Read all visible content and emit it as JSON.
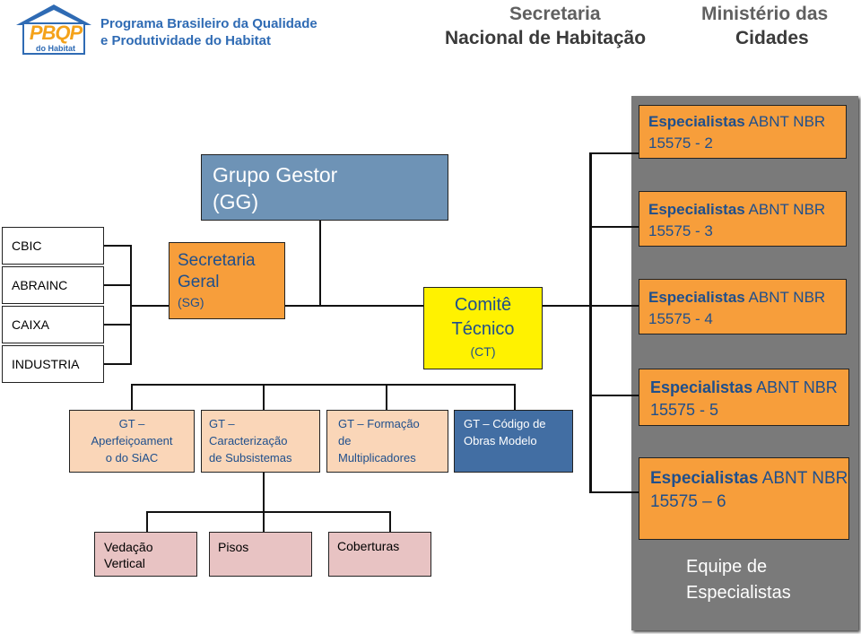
{
  "header": {
    "pbqp_logo_text": "PBQP",
    "pbqp_logo_sub": "do Habitat",
    "program_line1": "Programa Brasileiro da Qualidade",
    "program_line2": "e Produtividade do Habitat",
    "secretaria_line1": "Secretaria",
    "secretaria_line2": "Nacional de Habitação",
    "ministerio_line1": "Ministério das",
    "ministerio_line2": "Cidades"
  },
  "colors": {
    "orange": "#F79E3B",
    "light_orange": "#FAD6B8",
    "pink": "#E8C3C3",
    "steel_blue": "#6E93B6",
    "dark_blue": "#426EA3",
    "yellow": "#FFF200",
    "gray_panel": "#7A7A7A",
    "blue_text": "#1F4F8C"
  },
  "left_entities": [
    "CBIC",
    "ABRAINC",
    "CAIXA",
    "INDUSTRIA"
  ],
  "grupo_gestor": {
    "line1": "Grupo Gestor",
    "line2": "(GG)"
  },
  "secretaria_geral": {
    "line1": "Secretaria",
    "line2": "Geral",
    "line3": "(SG)"
  },
  "comite_tecnico": {
    "line1": "Comitê",
    "line2": "Técnico",
    "line3": "(CT)"
  },
  "gt_boxes": [
    {
      "line1": "GT –",
      "line2": "Aperfeiçoament",
      "line3": "o do SiAC"
    },
    {
      "line1": "GT –",
      "line2": "Caracterização",
      "line3": "de Subsistemas"
    },
    {
      "line1": "GT – Formação",
      "line2": "de",
      "line3": "Multiplicadores"
    },
    {
      "line1": "GT – Código de",
      "line2": "Obras Modelo",
      "line3": ""
    }
  ],
  "subsystems": [
    {
      "line1": "Vedação",
      "line2": "Vertical"
    },
    {
      "line1": "Pisos",
      "line2": ""
    },
    {
      "line1": "Coberturas",
      "line2": ""
    }
  ],
  "specialists": [
    {
      "bold": "Especialistas",
      "rest": " ABNT NBR",
      "line2": "15575 - 2"
    },
    {
      "bold": "Especialistas",
      "rest": " ABNT NBR",
      "line2": "15575 - 3"
    },
    {
      "bold": "Especialistas",
      "rest": " ABNT NBR",
      "line2": "15575 - 4"
    },
    {
      "bold": "Especialistas",
      "rest": " ABNT NBR",
      "line2": "15575 - 5"
    },
    {
      "bold": "Especialistas",
      "rest": " ABNT NBR",
      "line2": "15575 – 6"
    }
  ],
  "panel_caption": {
    "line1": "Equipe de",
    "line2": "Especialistas"
  }
}
